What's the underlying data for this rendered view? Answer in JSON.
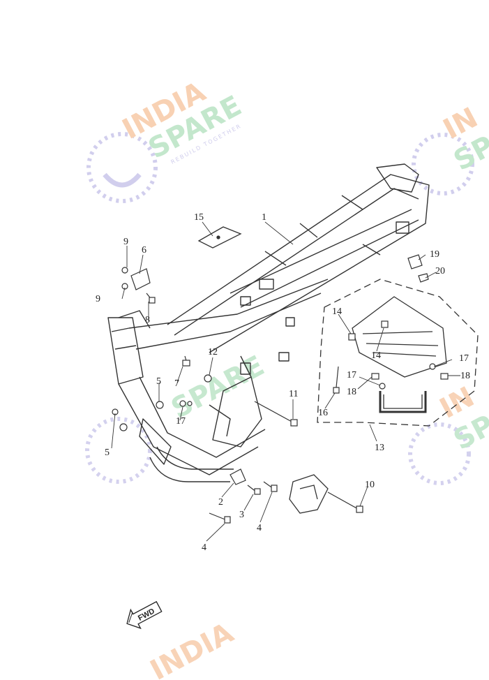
{
  "diagram": {
    "callouts": [
      "1",
      "15",
      "9",
      "6",
      "9",
      "8",
      "7",
      "12",
      "5",
      "5",
      "17",
      "11",
      "19",
      "20",
      "14",
      "14",
      "17",
      "17",
      "18",
      "18",
      "16",
      "13",
      "2",
      "3",
      "4",
      "4",
      "10"
    ],
    "fwd_label": "FWD"
  },
  "watermark": {
    "line1": "INDIA",
    "line2": "SPARE",
    "tagline": "REBUILD TOGETHER",
    "color_orange": "#f7c9a6",
    "color_green": "#b9e3c4",
    "color_purple": "#c9c6ea"
  }
}
